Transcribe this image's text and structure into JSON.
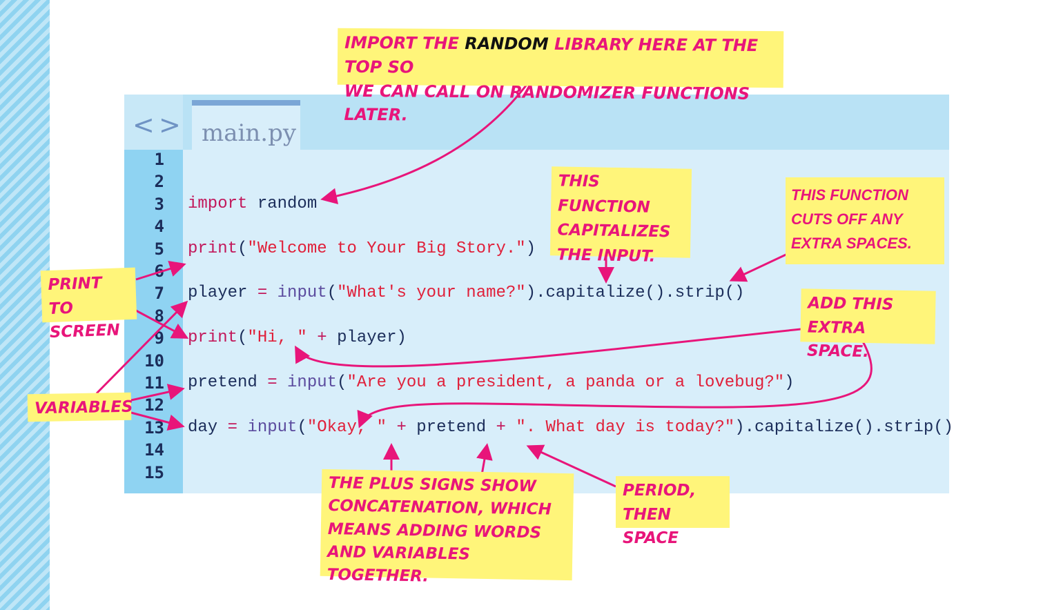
{
  "colors": {
    "accent": "#e8157a",
    "note_bg": "#fff57a",
    "keyword": "#c2185b",
    "string": "#e0203a",
    "identifier": "#1b2d5a",
    "function": "#5b4b9e"
  },
  "editor": {
    "nav_back": "<",
    "nav_forward": ">",
    "tab": "main.py",
    "line_numbers": [
      "1",
      "2",
      "3",
      "4",
      "5",
      "6",
      "7",
      "8",
      "9",
      "10",
      "11",
      "12",
      "13",
      "14",
      "15"
    ],
    "lines": [
      {
        "line": 3,
        "tokens": [
          {
            "t": "kw",
            "v": "import"
          },
          {
            "t": "id",
            "v": " random"
          }
        ]
      },
      {
        "line": 5,
        "tokens": [
          {
            "t": "kw",
            "v": "print"
          },
          {
            "t": "id",
            "v": "("
          },
          {
            "t": "str",
            "v": "\"Welcome to Your Big Story.\""
          },
          {
            "t": "id",
            "v": ")"
          }
        ]
      },
      {
        "line": 7,
        "tokens": [
          {
            "t": "id",
            "v": "player "
          },
          {
            "t": "op",
            "v": "="
          },
          {
            "t": "fn",
            "v": " input"
          },
          {
            "t": "id",
            "v": "("
          },
          {
            "t": "str",
            "v": "\"What's your name?\""
          },
          {
            "t": "id",
            "v": ").capitalize().strip()"
          }
        ]
      },
      {
        "line": 9,
        "tokens": [
          {
            "t": "kw",
            "v": "print"
          },
          {
            "t": "id",
            "v": "("
          },
          {
            "t": "str",
            "v": "\"Hi, \""
          },
          {
            "t": "op",
            "v": " + "
          },
          {
            "t": "id",
            "v": "player)"
          }
        ]
      },
      {
        "line": 11,
        "tokens": [
          {
            "t": "id",
            "v": "pretend "
          },
          {
            "t": "op",
            "v": "="
          },
          {
            "t": "fn",
            "v": " input"
          },
          {
            "t": "id",
            "v": "("
          },
          {
            "t": "str",
            "v": "\"Are you a president, a panda or a lovebug?\""
          },
          {
            "t": "id",
            "v": ")"
          }
        ]
      },
      {
        "line": 13,
        "tokens": [
          {
            "t": "id",
            "v": "day "
          },
          {
            "t": "op",
            "v": "="
          },
          {
            "t": "fn",
            "v": " input"
          },
          {
            "t": "id",
            "v": "("
          },
          {
            "t": "str",
            "v": "\"Okay, \""
          },
          {
            "t": "op",
            "v": " + "
          },
          {
            "t": "id",
            "v": "pretend"
          },
          {
            "t": "op",
            "v": " + "
          },
          {
            "t": "str",
            "v": "\". What day is today?\""
          },
          {
            "t": "id",
            "v": ").capitalize().strip()"
          }
        ]
      }
    ]
  },
  "notes": {
    "import": {
      "pre": "IMPORT THE ",
      "bold": "RANDOM",
      "post": " LIBRARY HERE AT THE TOP SO",
      "line2": "WE CAN CALL ON RANDOMIZER FUNCTIONS LATER."
    },
    "capitalize": "THIS FUNCTION CAPITALIZES THE INPUT.",
    "strip": "THIS FUNCTION CUTS OFF ANY EXTRA SPACES.",
    "space": "ADD THIS EXTRA SPACE.",
    "print": "PRINT TO SCREEN",
    "variables": "VARIABLES",
    "plus": "THE PLUS SIGNS SHOW CONCATENATION, WHICH MEANS ADDING WORDS AND VARIABLES TOGETHER.",
    "period": "PERIOD, THEN SPACE"
  }
}
